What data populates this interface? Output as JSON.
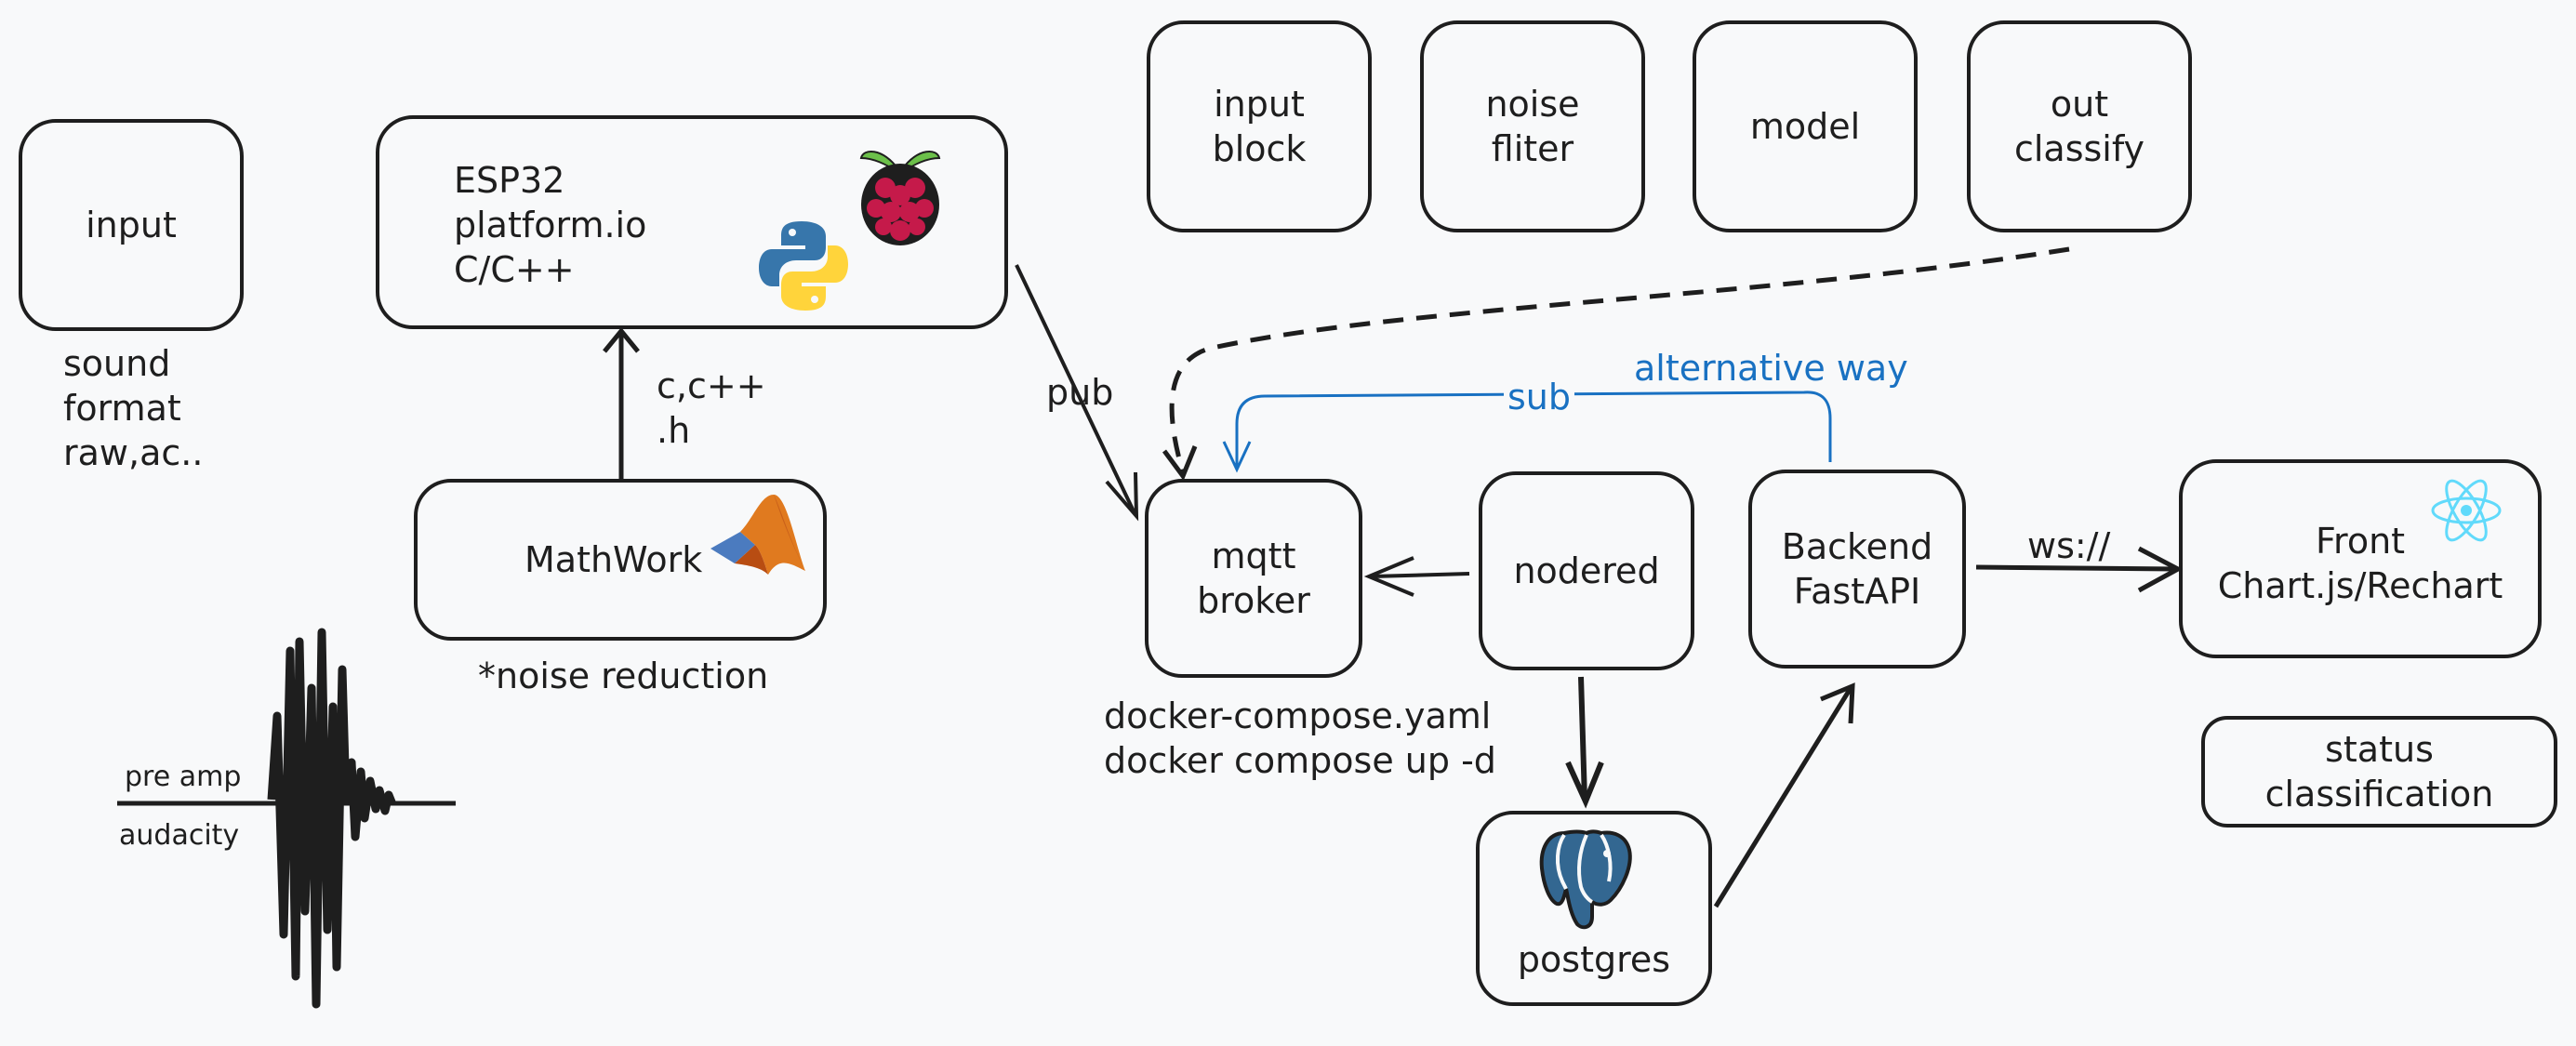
{
  "nodes": {
    "input": "input",
    "esp32": "ESP32\nplatform.io\nC/C++",
    "mathwork": "MathWork",
    "input_block": "input\nblock",
    "noise_filter": "noise\nfliter",
    "model": "model",
    "out_classify": "out\nclassify",
    "mqtt_broker": "mqtt\nbroker",
    "nodered": "nodered",
    "backend": "Backend\nFastAPI",
    "front": "Front\nChart.js/Rechart",
    "postgres": "postgres",
    "status": "status\nclassification"
  },
  "labels": {
    "sound_format": "sound\nformat\nraw,ac..",
    "c_cpp_h": "c,c++\n.h",
    "noise_reduction": "*noise reduction",
    "pub": "pub",
    "sub": "sub",
    "alternative_way": "alternative way",
    "ws": "ws://",
    "docker": "docker-compose.yaml\ndocker compose up -d",
    "pre_amp": "pre amp",
    "audacity": "audacity"
  },
  "icons": [
    "raspberry-pi-logo-icon",
    "python-logo-icon",
    "matlab-logo-icon",
    "postgresql-elephant-icon",
    "react-logo-icon"
  ],
  "colors": {
    "stroke": "#1e1e1e",
    "accent_blue": "#1971c2",
    "background": "#f8f9fa"
  }
}
